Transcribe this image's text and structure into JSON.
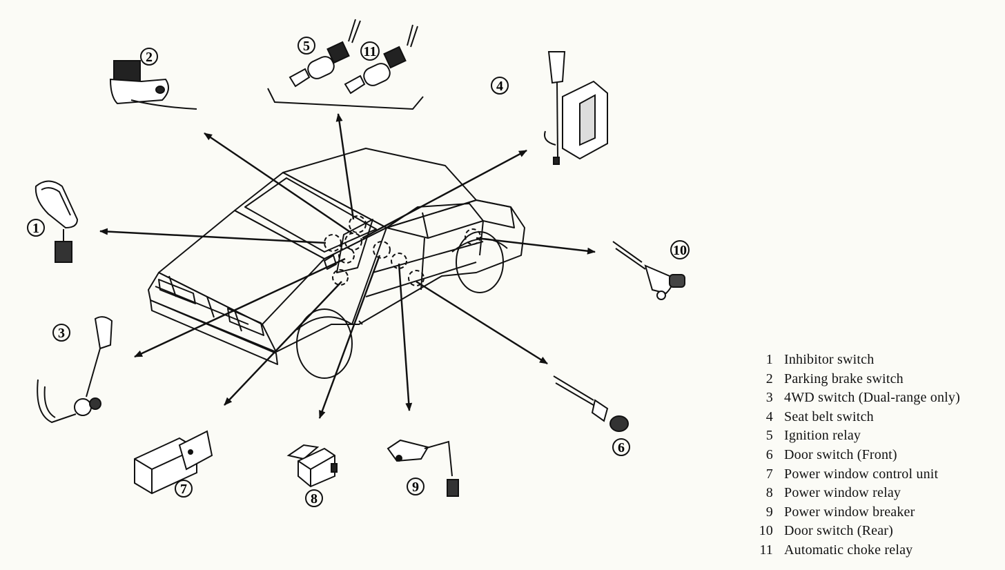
{
  "callouts": [
    "1",
    "2",
    "3",
    "4",
    "5",
    "6",
    "7",
    "8",
    "9",
    "10",
    "11"
  ],
  "legend": [
    {
      "num": "1",
      "label": "Inhibitor switch"
    },
    {
      "num": "2",
      "label": "Parking brake switch"
    },
    {
      "num": "3",
      "label": "4WD switch (Dual-range only)"
    },
    {
      "num": "4",
      "label": "Seat belt switch"
    },
    {
      "num": "5",
      "label": "Ignition relay"
    },
    {
      "num": "6",
      "label": "Door switch (Front)"
    },
    {
      "num": "7",
      "label": "Power window control unit"
    },
    {
      "num": "8",
      "label": "Power window relay"
    },
    {
      "num": "9",
      "label": "Power window breaker"
    },
    {
      "num": "10",
      "label": "Door switch (Rear)"
    },
    {
      "num": "11",
      "label": "Automatic choke relay"
    }
  ]
}
